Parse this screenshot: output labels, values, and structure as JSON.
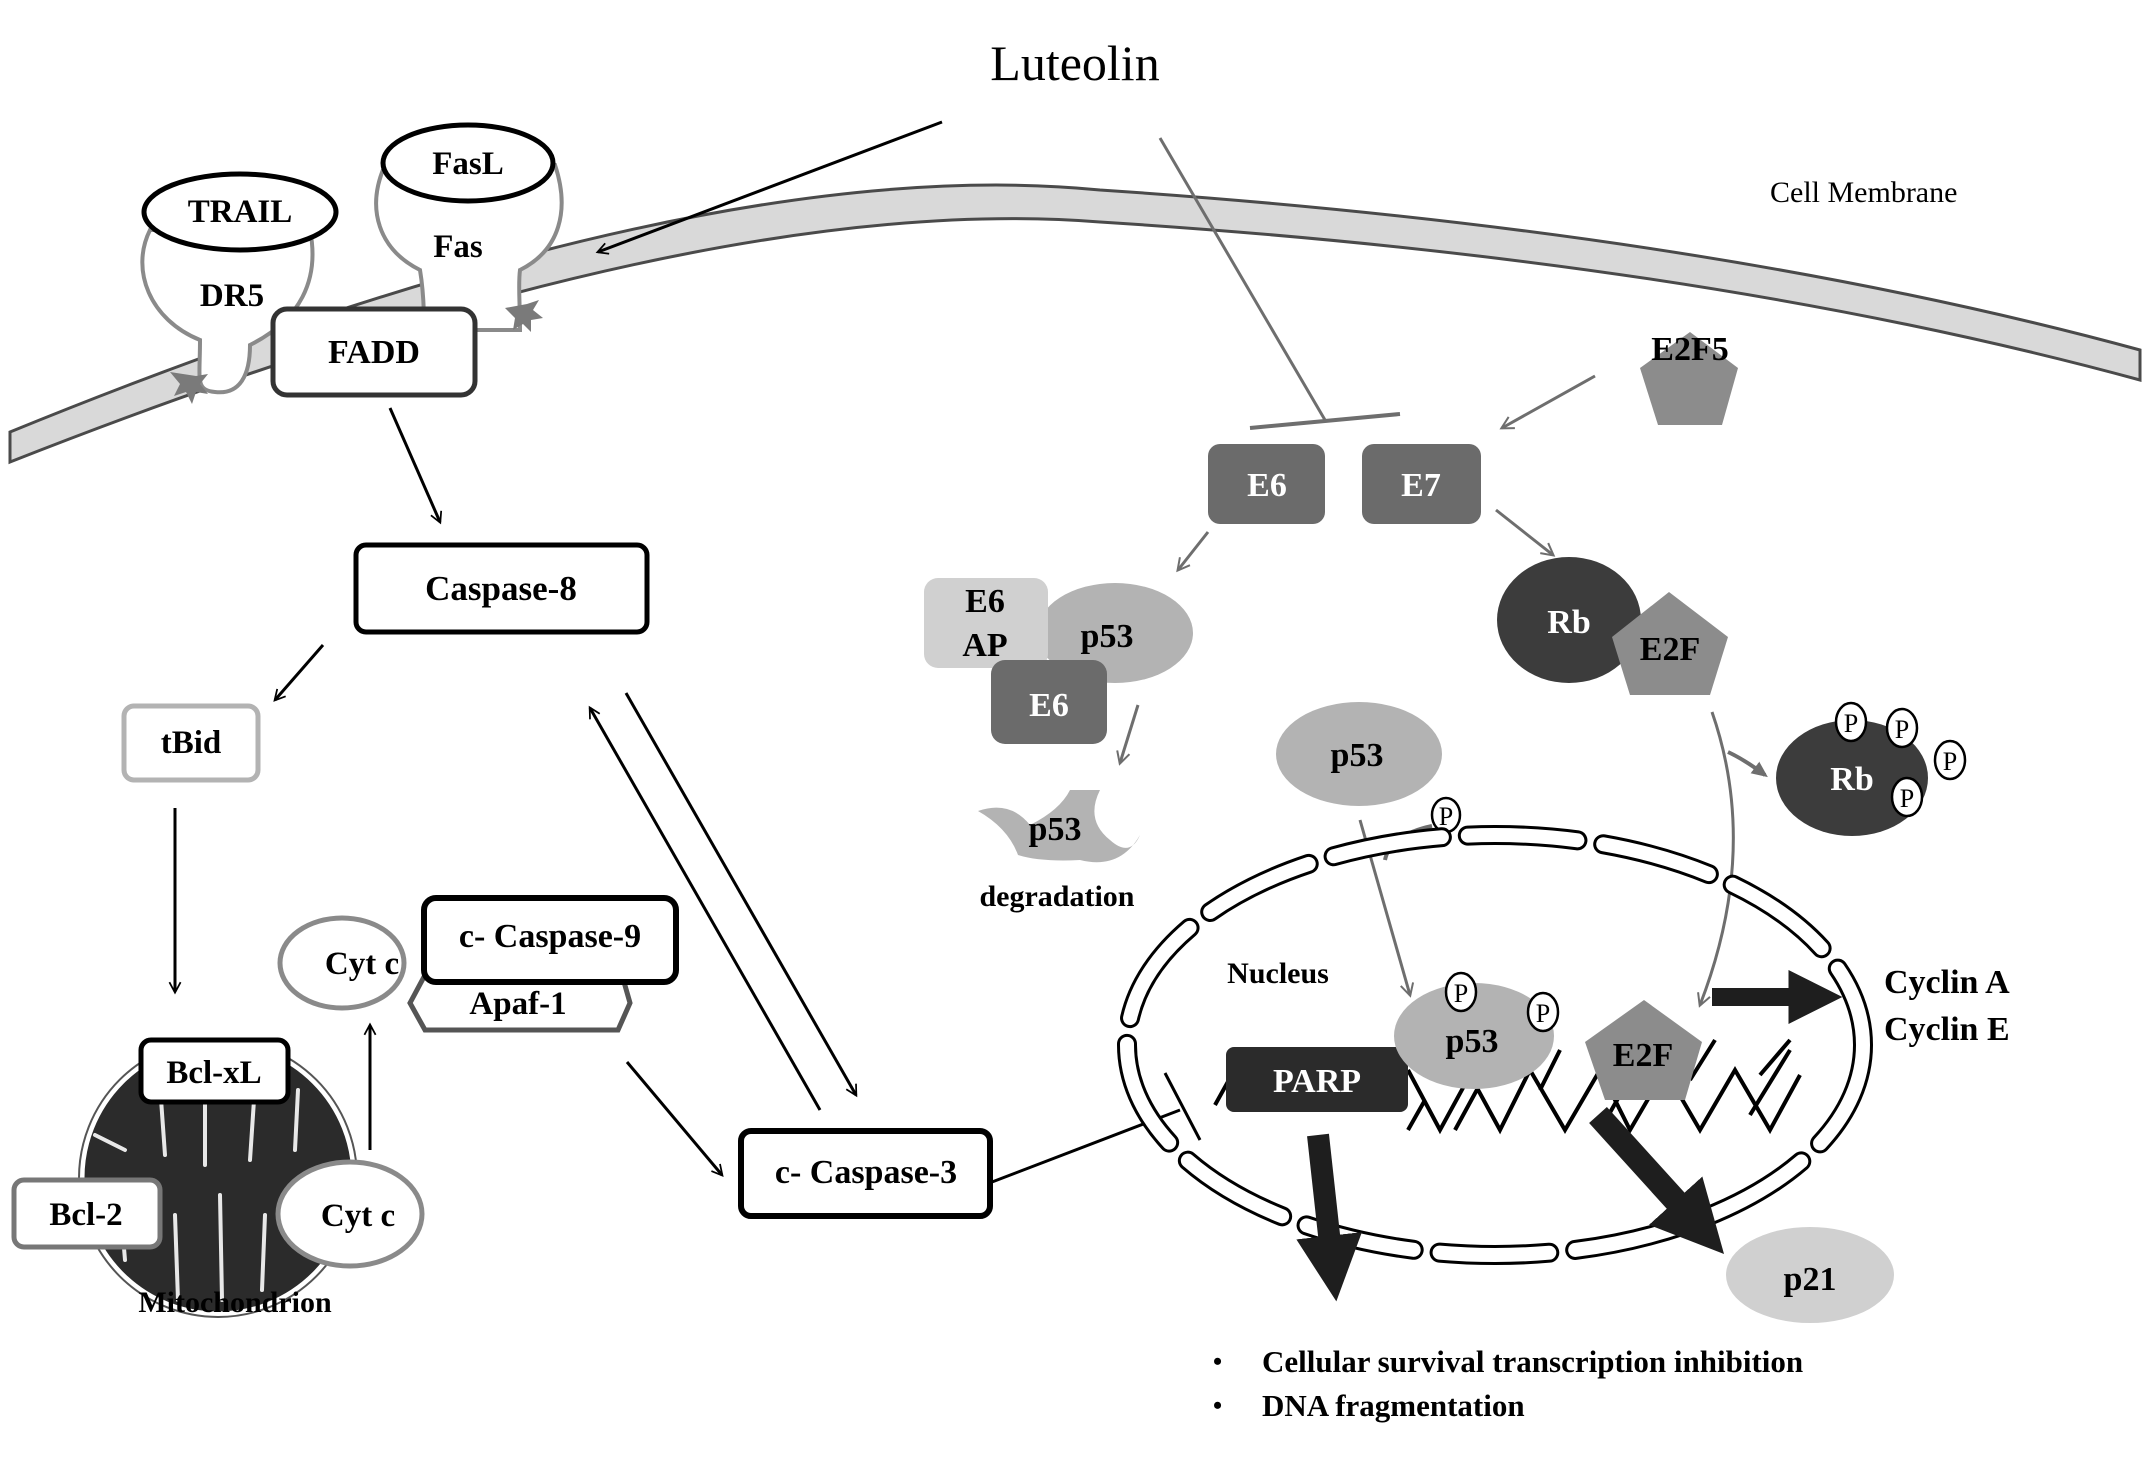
{
  "title": "Luteolin",
  "labels": {
    "cell_membrane": "Cell Membrane",
    "trail": "TRAIL",
    "dr5": "DR5",
    "fasl": "FasL",
    "fas": "Fas",
    "fadd": "FADD",
    "caspase8": "Caspase-8",
    "tbid": "tBid",
    "bclxl": "Bcl-xL",
    "bcl2": "Bcl-2",
    "cytc_mito": "Cyt c",
    "cytc_apoptosome": "Cyt c",
    "caspase9": "c- Caspase-9",
    "apaf1": "Apaf-1",
    "caspase3": "c- Caspase-3",
    "mitochondrion": "Mitochondrion",
    "e6": "E6",
    "e7": "E7",
    "e2f5": "E2F5",
    "e6ap_line1": "E6",
    "e6ap_line2": "AP",
    "p53_complex": "p53",
    "e6_complex": "E6",
    "p53_degraded": "p53",
    "degradation": "degradation",
    "rb": "Rb",
    "e2f": "E2F",
    "p53_free": "p53",
    "rb_phospho": "Rb",
    "phospho": "P",
    "nucleus": "Nucleus",
    "parp": "PARP",
    "p53_nuclear": "p53",
    "e2f_nuclear": "E2F",
    "cyclin_a": "Cyclin A",
    "cyclin_e": "Cyclin E",
    "p21": "p21"
  },
  "outcomes": [
    "Cellular survival transcription inhibition",
    "DNA fragmentation"
  ],
  "bullet": "•",
  "colors": {
    "membrane_fill": "#d9d9d9",
    "dark_gray": "#6b6b6b",
    "mid_gray": "#8c8c8c",
    "light_gray": "#b3b3b3",
    "lighter_gray": "#d0d0d0",
    "near_black": "#2b2b2b",
    "black": "#000000"
  }
}
